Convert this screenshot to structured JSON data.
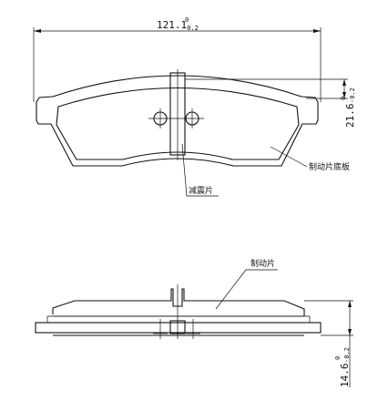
{
  "dimensions": {
    "width": {
      "value": "121.1",
      "tol_upper": "0",
      "tol_lower": "-0.2"
    },
    "height": {
      "value": "21.6",
      "tol_upper": "0",
      "tol_lower": "-0.2"
    },
    "thickness": {
      "value": "14.6",
      "tol_upper": "0",
      "tol_lower": "-0.2"
    }
  },
  "labels": {
    "backing_plate": "制动片底板",
    "shim": "减震片",
    "friction_pad": "制动片"
  }
}
